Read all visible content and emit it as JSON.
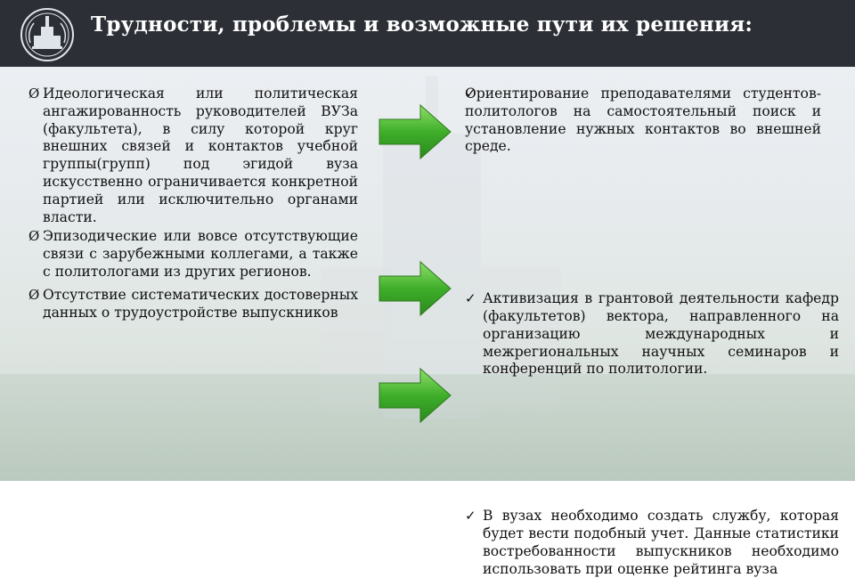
{
  "header": {
    "title": "Трудности, проблемы и возможные пути их решения:"
  },
  "problems": [
    {
      "text": "Идеологическая или политическая ангажированность руководителей ВУЗа (факультета), в силу которой круг внешних связей и контактов учебной группы(групп) под эгидой вуза искусственно ограничивается конкретной партией или исключительно органами власти."
    },
    {
      "text": "Эпизодические или вовсе отсутствующие связи с зарубежными коллегами, а также с политологами из других регионов."
    },
    {
      "text": "Отсутствие систематических достоверных данных о трудоустройстве выпускников"
    }
  ],
  "solutions": [
    {
      "text": "Ориентирование преподавателями студентов-политологов на самостоятельный поиск и установление нужных контактов во внешней среде."
    },
    {
      "text": "Активизация в грантовой деятельности кафедр (факультетов) вектора, направленного на организацию международных и межрегиональных научных семинаров и конференций по политологии."
    },
    {
      "text": "В вузах необходимо создать службу, которая будет вести подобный учет. Данные статистики востребованности выпускников необходимо использовать при оценке рейтинга вуза"
    }
  ],
  "markers": {
    "problem": "Ø",
    "solution": "✓"
  },
  "colors": {
    "header_bg": "#2c2f36",
    "arrow_green": "#3fae2a",
    "text": "#111111"
  }
}
